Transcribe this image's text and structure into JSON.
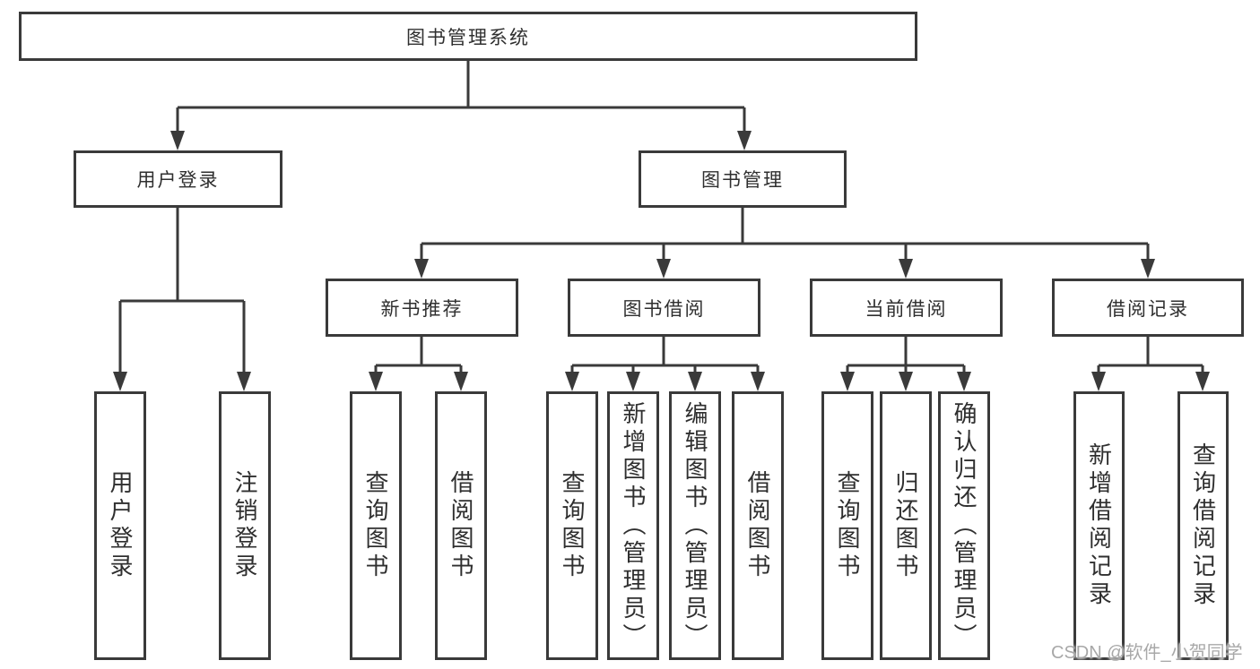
{
  "tree": {
    "root": "图书管理系统",
    "children": [
      {
        "label": "用户登录",
        "leaves": [
          "用户登录",
          "注销登录"
        ]
      },
      {
        "label": "图书管理",
        "children": [
          {
            "label": "新书推荐",
            "leaves": [
              "查询图书",
              "借阅图书"
            ]
          },
          {
            "label": "图书借阅",
            "leaves": [
              "查询图书",
              "新增图书（管理员）",
              "编辑图书（管理员）",
              "借阅图书"
            ]
          },
          {
            "label": "当前借阅",
            "leaves": [
              "查询图书",
              "归还图书",
              "确认归还（管理员）"
            ]
          },
          {
            "label": "借阅记录",
            "leaves": [
              "新增借阅记录",
              "查询借阅记录"
            ]
          }
        ]
      }
    ]
  },
  "watermark": "CSDN @软件_小贺同学",
  "colors": {
    "line": "#3a3a3a",
    "text": "#2f2f2f",
    "watermark": "#a8a8a8",
    "bg": "#ffffff"
  }
}
